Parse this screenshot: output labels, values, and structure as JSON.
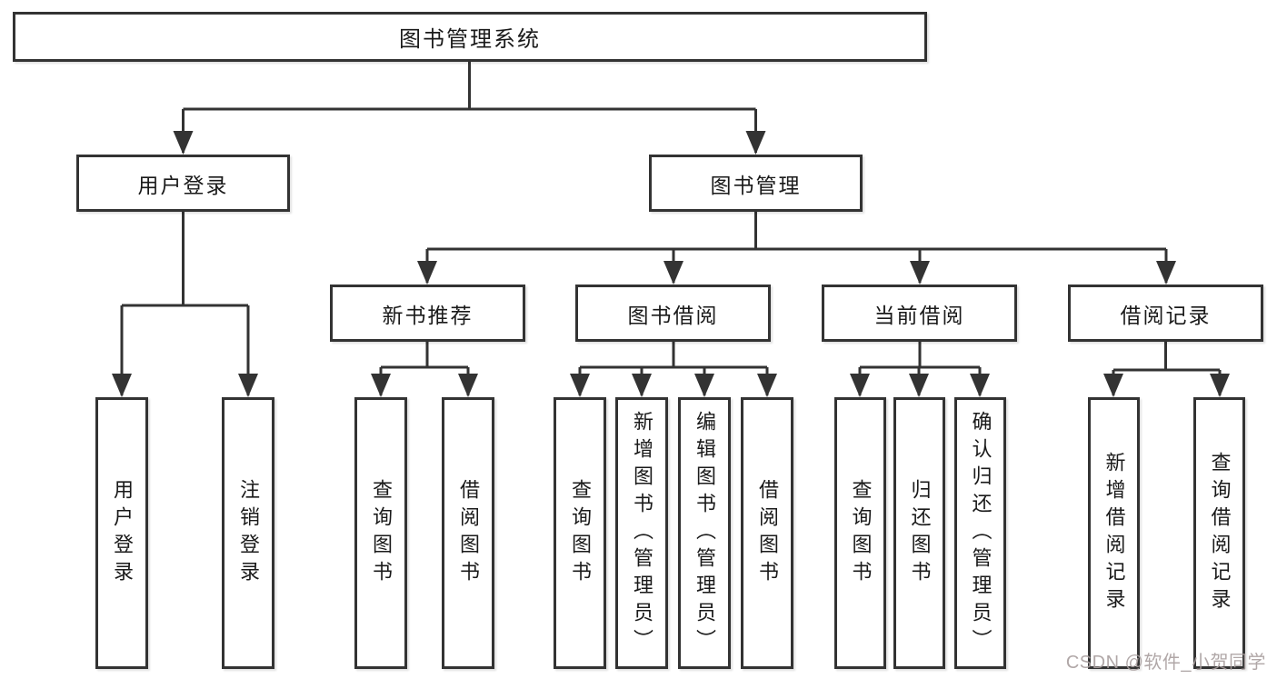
{
  "nodes": {
    "root": "图书管理系统",
    "l2": [
      "用户登录",
      "图书管理"
    ],
    "l3": [
      "新书推荐",
      "图书借阅",
      "当前借阅",
      "借阅记录"
    ],
    "login_leaves": [
      "用户登录",
      "注销登录"
    ],
    "newbook_leaves": [
      "查询图书",
      "借阅图书"
    ],
    "borrow_leaves": [
      "查询图书",
      "新增图书（管理员）",
      "编辑图书（管理员）",
      "借阅图书"
    ],
    "current_leaves": [
      "查询图书",
      "归还图书",
      "确认归还（管理员）"
    ],
    "record_leaves": [
      "新增借阅记录",
      "查询借阅记录"
    ]
  },
  "watermark": "CSDN @软件_小贺同学",
  "colors": {
    "line": "#333333",
    "box_border": "#333333",
    "text": "#1a1a1a",
    "watermark": "#a89e9e",
    "background": "#ffffff"
  }
}
